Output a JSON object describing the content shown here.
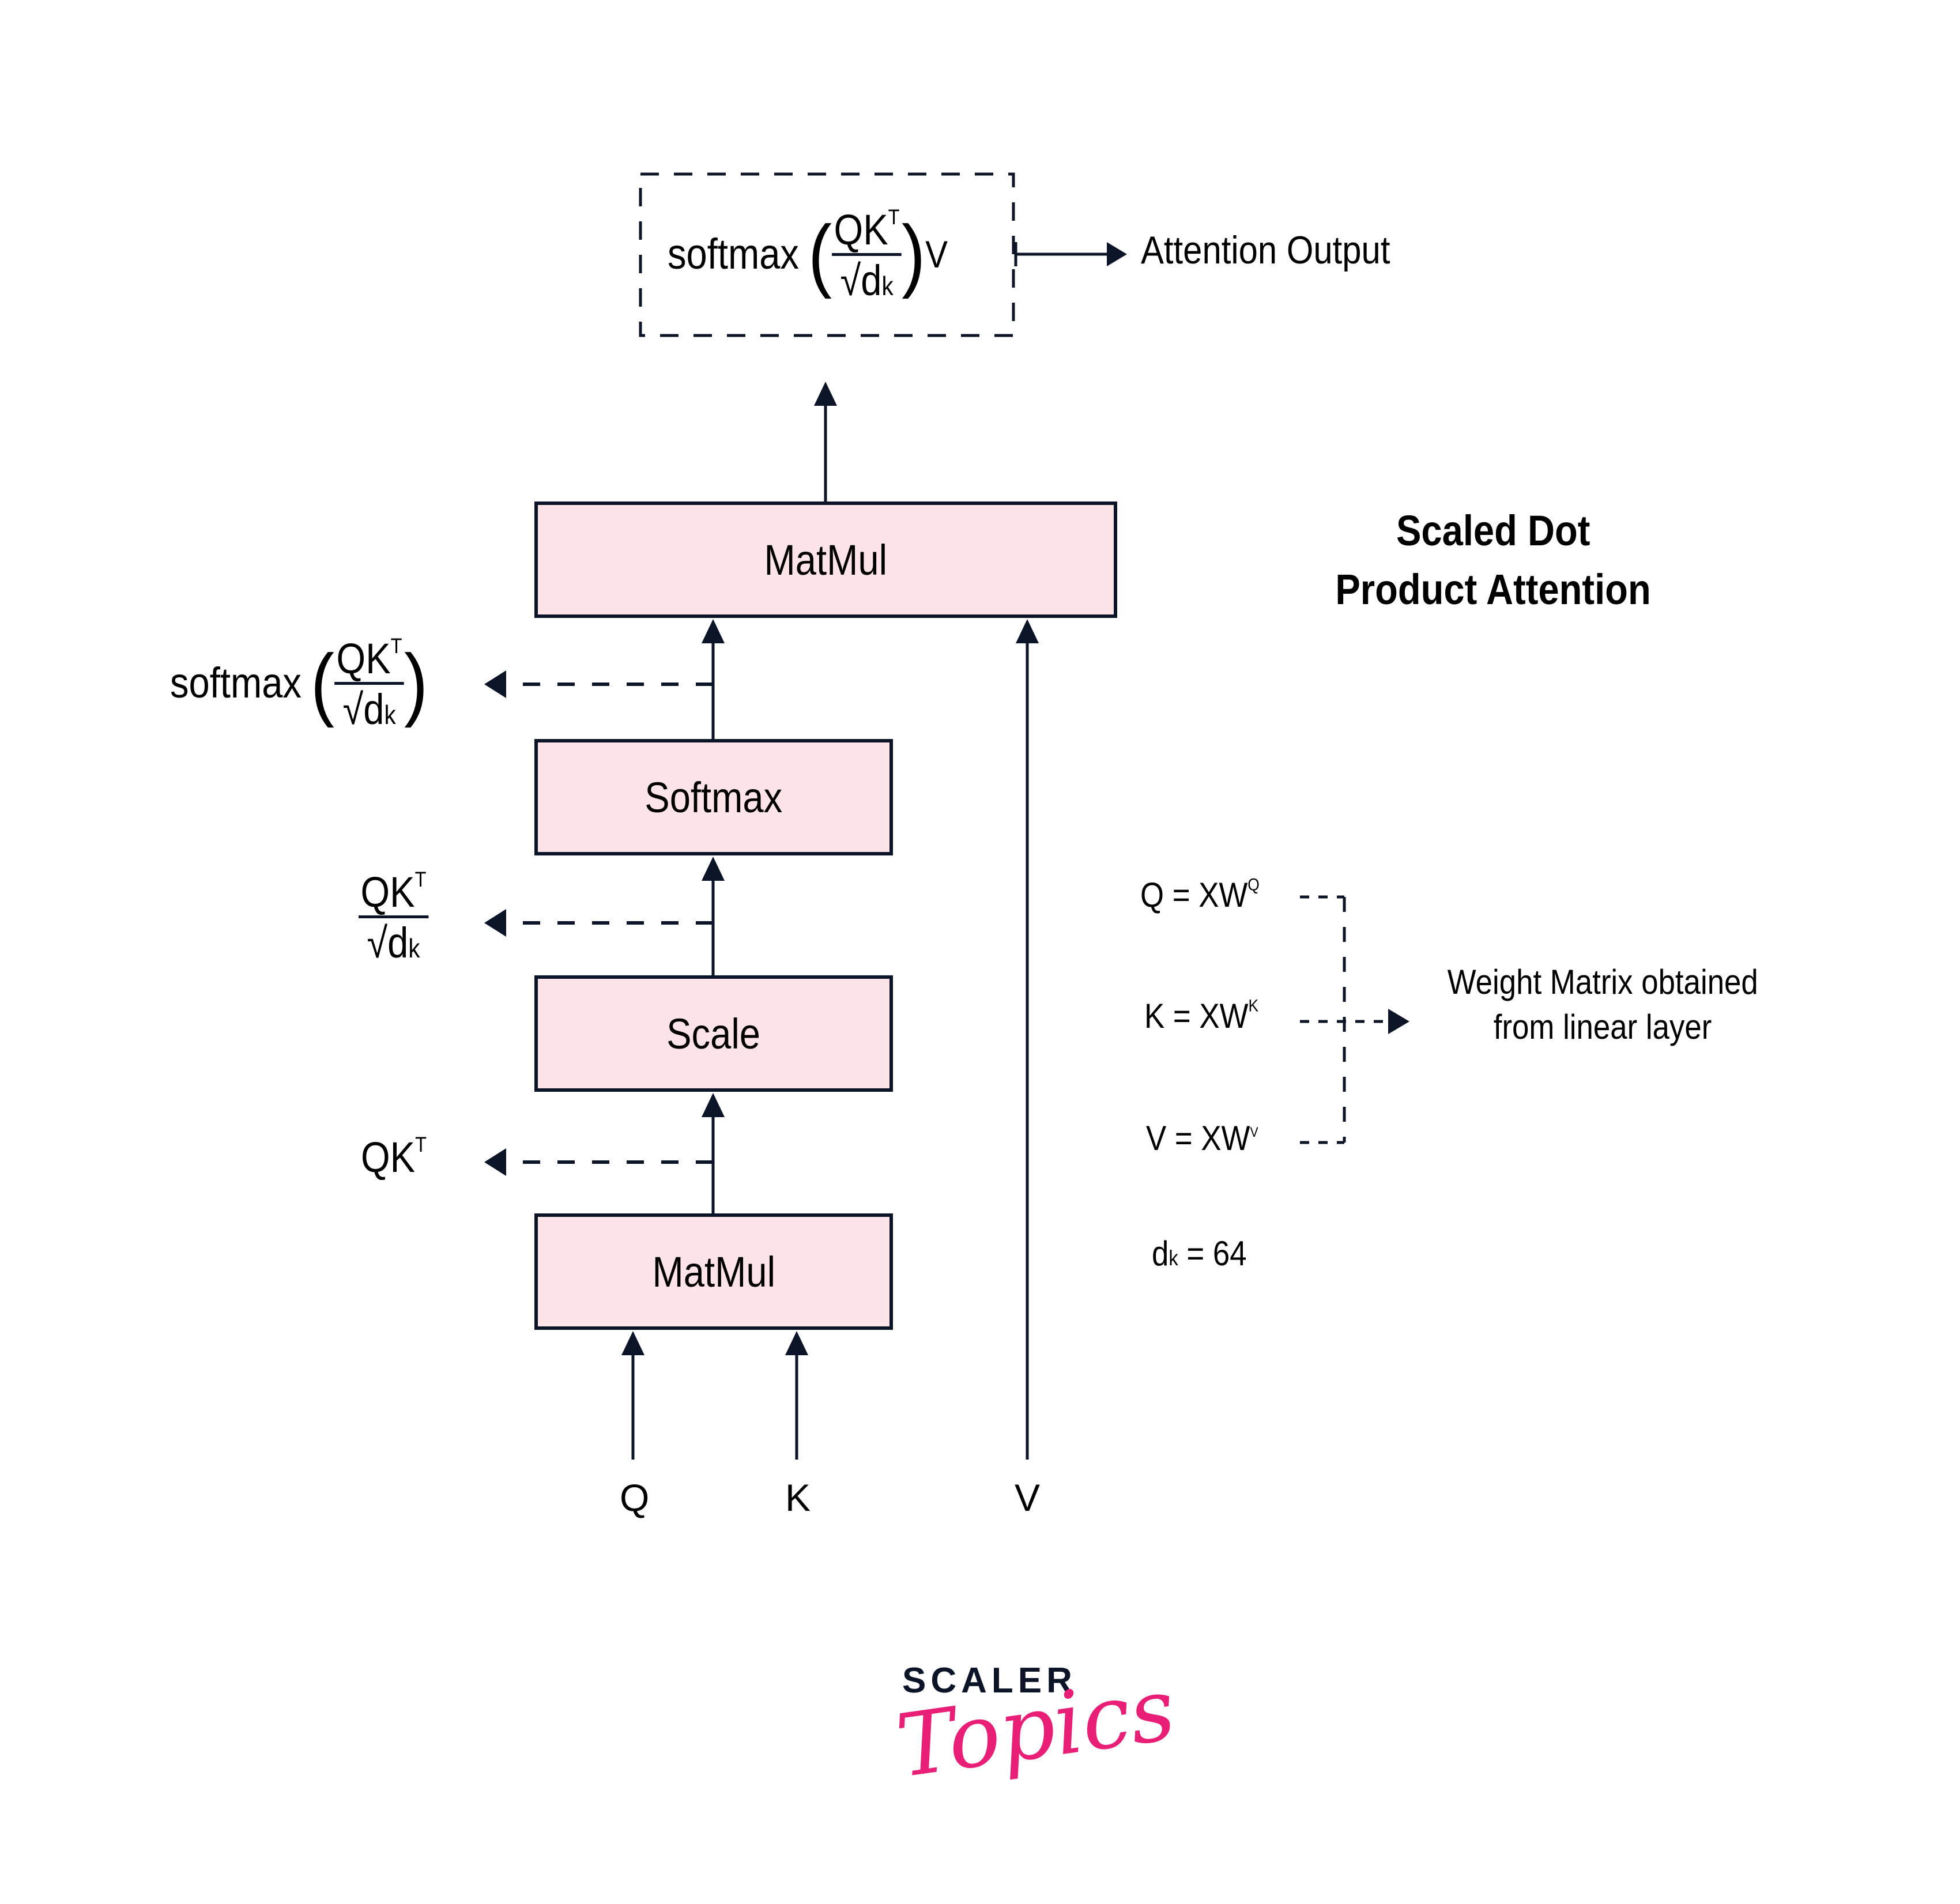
{
  "title": {
    "line1": "Scaled Dot",
    "line2": "Product Attention"
  },
  "output_box": {
    "fn": "softmax",
    "num": "QK",
    "num_sup": "T",
    "den_root": "√d",
    "den_sub": "k",
    "suffix": "V",
    "output_label": "Attention Output"
  },
  "blocks": {
    "matmul_top": "MatMul",
    "softmax": "Softmax",
    "scale": "Scale",
    "matmul_bottom": "MatMul"
  },
  "side_labels": {
    "softmax_out": {
      "fn": "softmax",
      "num": "QK",
      "num_sup": "T",
      "den_root": "√d",
      "den_sub": "k"
    },
    "scale_out": {
      "num": "QK",
      "num_sup": "T",
      "den_root": "√d",
      "den_sub": "k"
    },
    "matmul_out": {
      "base": "QK",
      "sup": "T"
    }
  },
  "inputs": {
    "q": "Q",
    "k": "K",
    "v": "V"
  },
  "equations": [
    {
      "lhs": "Q = XW",
      "sup": "Q"
    },
    {
      "lhs": "K = XW",
      "sup": "K"
    },
    {
      "lhs": "V = XW",
      "sup": "V"
    }
  ],
  "weight_note": {
    "line1": "Weight Matrix obtained",
    "line2": "from linear layer"
  },
  "dk": {
    "base": "d",
    "sub": "k",
    "rest": " = 64"
  },
  "logo": {
    "top": "SCALER",
    "bottom": "Topics"
  },
  "colors": {
    "box_fill": "#fde4e9",
    "stroke": "#0c1427",
    "logo_pink": "#e91e76"
  }
}
